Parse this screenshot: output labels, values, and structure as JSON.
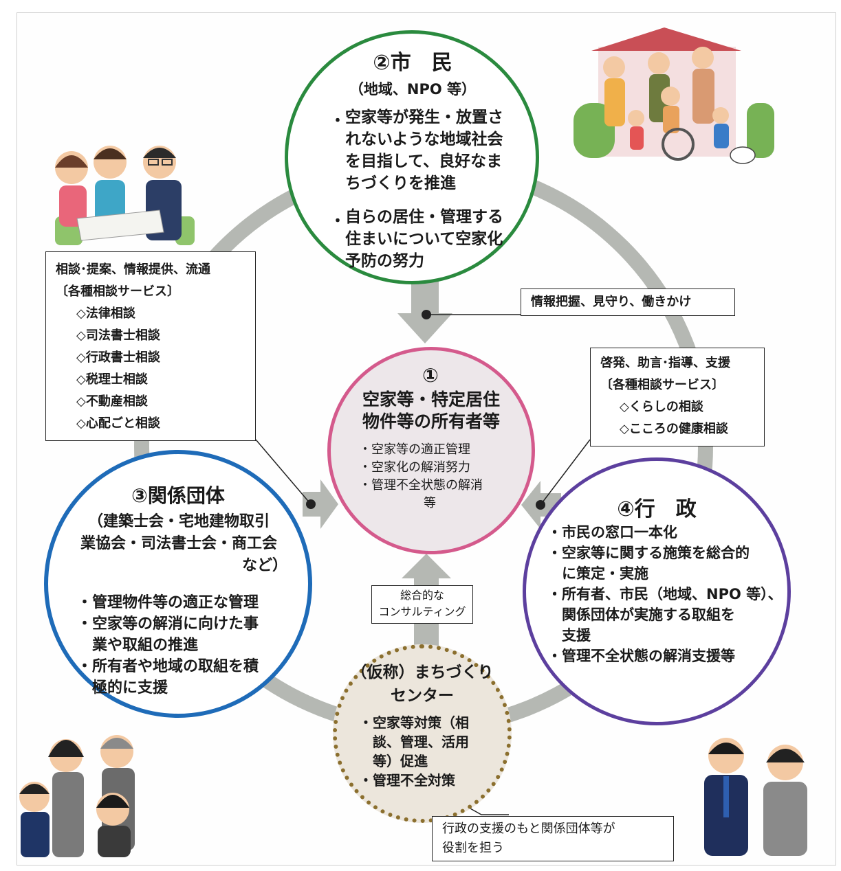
{
  "citizen": {
    "title": "②市　民",
    "subtitle": "（地域、NPO 等）",
    "bullet1": [
      "空家等が発生・放置さ",
      "れないような地域社会",
      "を目指して、良好なま",
      "ちづくりを推進"
    ],
    "bullet2": [
      "自らの居住・管理する",
      "住まいについて空家化",
      "予防の努力"
    ]
  },
  "owner": {
    "number": "①",
    "title": [
      "空家等・特定居住",
      "物件等の所有者等"
    ],
    "items": [
      "空家等の適正管理",
      "空家化の解消努力",
      "管理不全状態の解消",
      "等"
    ]
  },
  "assoc": {
    "title": "③関係団体",
    "subtitle": [
      "（建築士会・宅地建物取引",
      "業協会・司法書士会・商工会",
      "など）"
    ],
    "items": [
      [
        "管理物件等の適正な管理"
      ],
      [
        "空家等の解消に向けた事",
        "業や取組の推進"
      ],
      [
        "所有者や地域の取組を積",
        "極的に支援"
      ]
    ]
  },
  "gov": {
    "title": "④行　政",
    "items": [
      [
        "市民の窓口一本化"
      ],
      [
        "空家等に関する施策を総合的",
        "に策定・実施"
      ],
      [
        "所有者、市民（地域、NPO 等）、",
        "関係団体が実施する取組を",
        "支援"
      ],
      [
        "管理不全状態の解消支援等"
      ]
    ]
  },
  "center": {
    "title": [
      "（仮称）まちづくり",
      "センター"
    ],
    "items": [
      [
        "空家等対策（相",
        "談、管理、活用",
        "等）促進"
      ],
      [
        "管理不全対策"
      ]
    ]
  },
  "box_left": {
    "heading": "相談･提案、情報提供、流通",
    "sub": "〔各種相談サービス〕",
    "items": [
      "◇法律相談",
      "◇司法書士相談",
      "◇行政書士相談",
      "◇税理士相談",
      "◇不動産相談",
      "◇心配ごと相談"
    ]
  },
  "box_right": {
    "heading": "啓発、助言･指導、支援",
    "sub": "〔各種相談サービス〕",
    "items": [
      "◇くらしの相談",
      "◇こころの健康相談"
    ]
  },
  "box_info": "情報把握、見守り、働きかけ",
  "box_consult": [
    "総合的な",
    "コンサルティング"
  ],
  "box_bottom": [
    "行政の支援のもと関係団体等が",
    "役割を担う"
  ],
  "colors": {
    "citizen": "#2a8a3e",
    "owner": "#d45a8c",
    "assoc": "#1e6bb8",
    "gov": "#5c3f9e",
    "center": "#8b6f2e",
    "ring": "#b5b8b3"
  }
}
